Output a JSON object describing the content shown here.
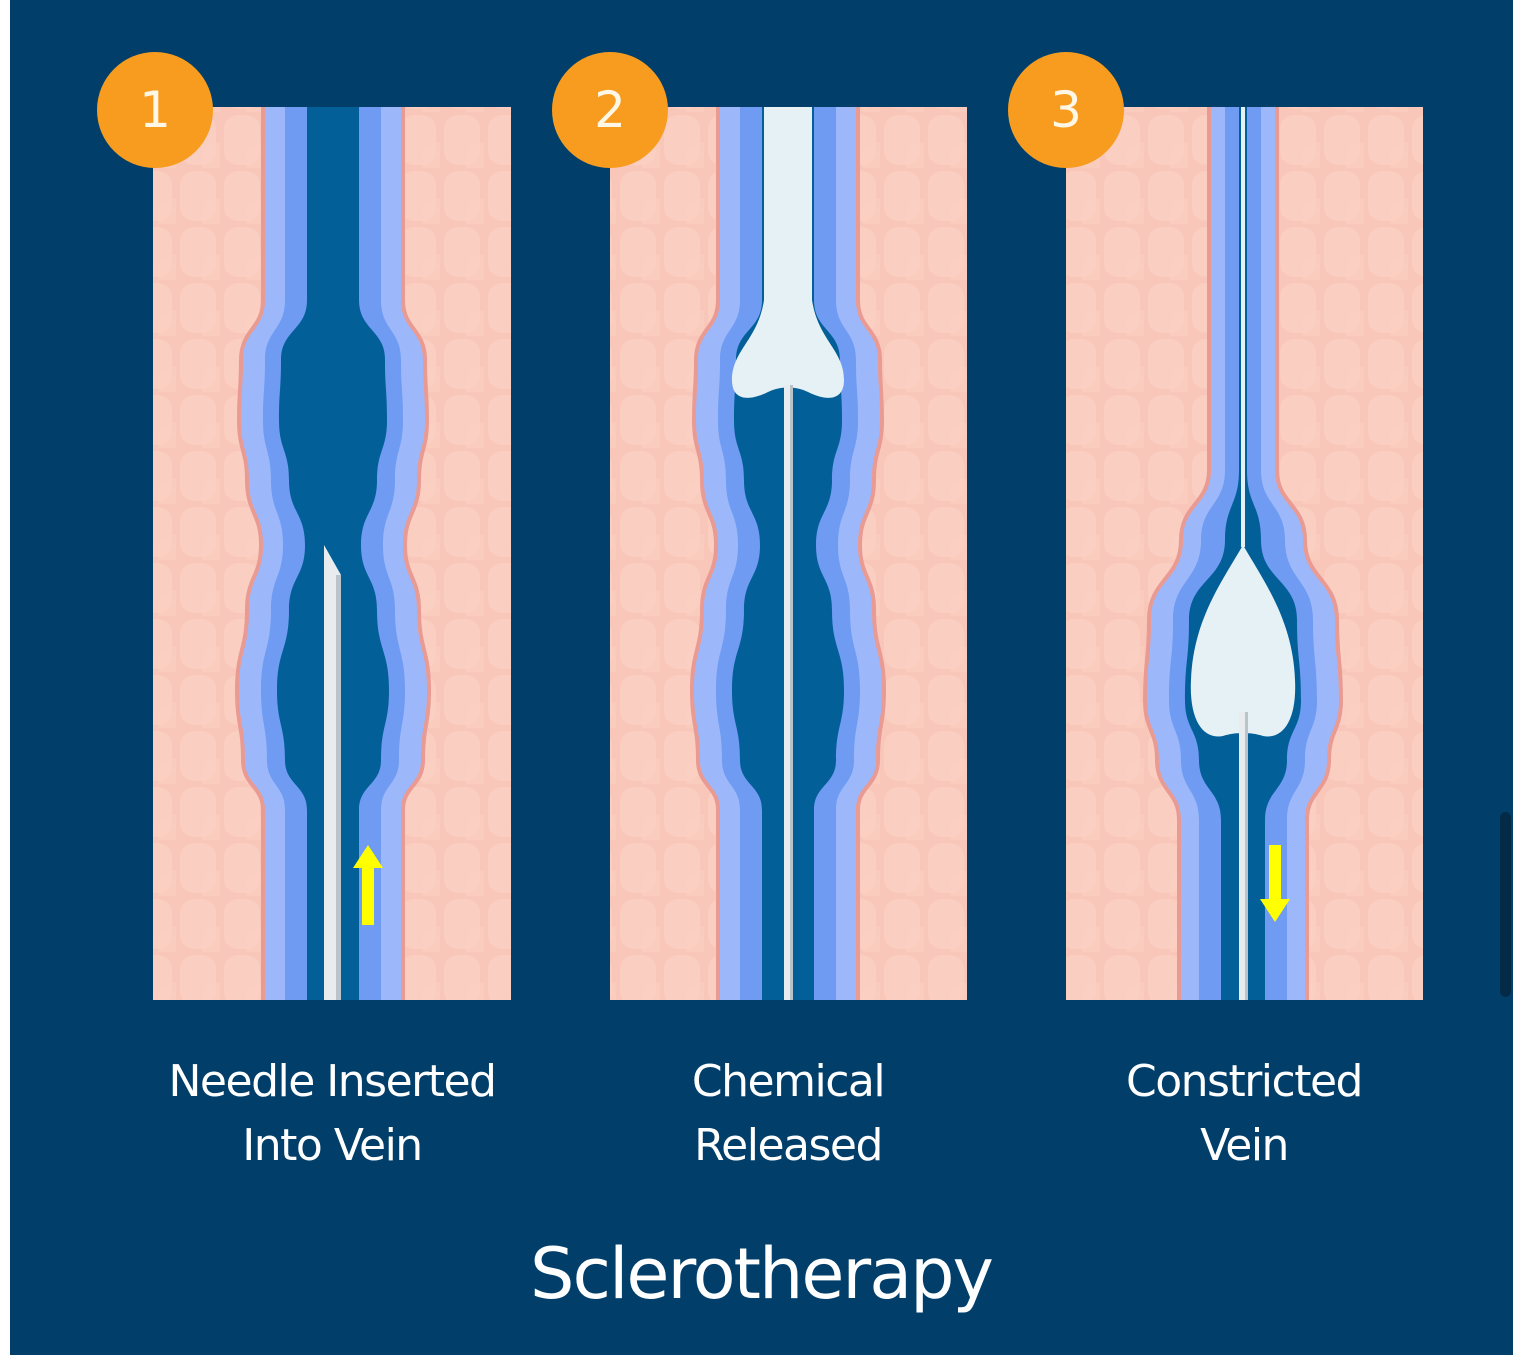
{
  "title": "Sclerotherapy",
  "colors": {
    "background": "#013f6a",
    "badge": "#f79c1f",
    "tissue": "#f9c7b9",
    "tissue_edge": "#e99a92",
    "vein_outer": "#9cb8fb",
    "vein_inner": "#6f9bf2",
    "lumen": "#035f98",
    "chemical": "#e6f1f6",
    "needle": "#e8ecef",
    "arrow": "#ffff00"
  },
  "steps": [
    {
      "number": "1",
      "label_line1": "Needle Inserted",
      "label_line2": "Into Vein",
      "arrow": "up-arrow"
    },
    {
      "number": "2",
      "label_line1": "Chemical",
      "label_line2": "Released",
      "arrow": "none"
    },
    {
      "number": "3",
      "label_line1": "Constricted",
      "label_line2": "Vein",
      "arrow": "down-arrow"
    }
  ]
}
